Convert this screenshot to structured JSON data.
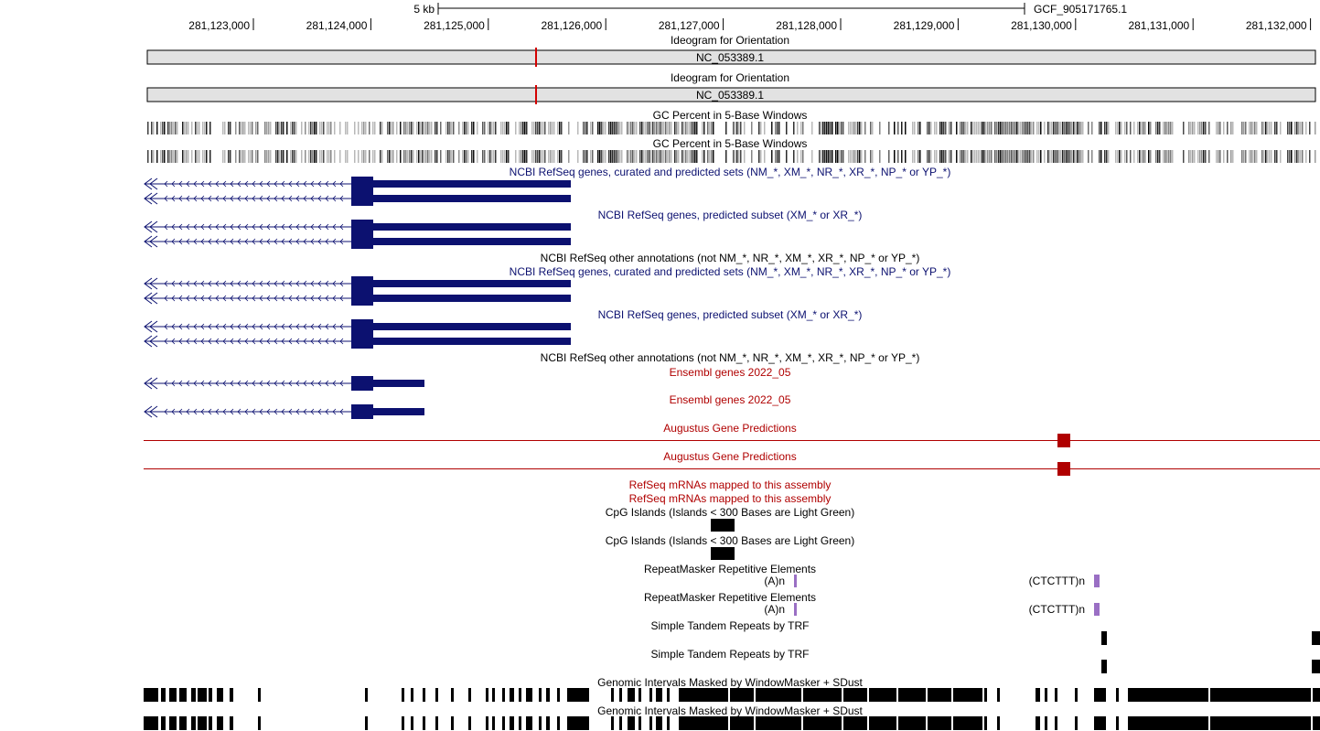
{
  "window": {
    "title": "UCSC Genome Browser image"
  },
  "colors": {
    "black": "#000000",
    "navy": "#0c1170",
    "darkred": "#b00000",
    "lightgray": "#e2e2e2",
    "red": "#d40000",
    "purple": "#9a6fc4"
  },
  "scale": {
    "label": "5 kb",
    "assembly": "GCF_905171765.1",
    "positions": [
      "281,123,000",
      "281,124,000",
      "281,125,000",
      "281,126,000",
      "281,127,000",
      "281,128,000",
      "281,129,000",
      "281,130,000",
      "281,131,000",
      "281,132,000"
    ]
  },
  "ideogram": {
    "title": "Ideogram for Orientation",
    "chrom": "NC_053389.1"
  },
  "tracks": {
    "gc": "GC Percent in 5-Base Windows",
    "refseq_all": "NCBI RefSeq genes, curated and predicted sets (NM_*, XM_*, NR_*, XR_*, NP_* or YP_*)",
    "refseq_pred": "NCBI RefSeq genes, predicted subset (XM_* or XR_*)",
    "refseq_other": "NCBI RefSeq other annotations (not NM_*, NR_*, XM_*, XR_*, NP_* or YP_*)",
    "ensembl": "Ensembl genes 2022_05",
    "augustus": "Augustus Gene Predictions",
    "mrna": "RefSeq mRNAs mapped to this assembly",
    "cpg": "CpG Islands (Islands < 300 Bases are Light Green)",
    "rmsk": "RepeatMasker Repetitive Elements",
    "trf": "Simple Tandem Repeats by TRF",
    "wm": "Genomic Intervals Masked by WindowMasker + SDust"
  },
  "repeats": {
    "polyA": "(A)n",
    "ctcttt": "(CTCTTT)n"
  }
}
